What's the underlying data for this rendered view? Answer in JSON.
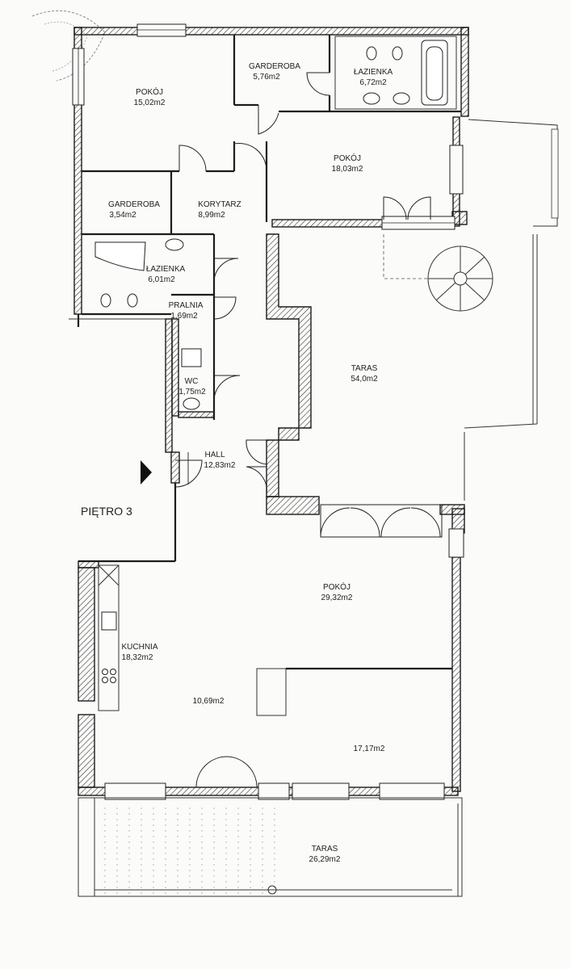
{
  "floor_label": "PIĘTRO 3",
  "rooms": {
    "pokoj_nw": {
      "name": "POKÓJ",
      "area": "15,02m2"
    },
    "garderoba_n": {
      "name": "GARDEROBA",
      "area": "5,76m2"
    },
    "lazienka_ne": {
      "name": "ŁAZIENKA",
      "area": "6,72m2"
    },
    "pokoj_ne": {
      "name": "POKÓJ",
      "area": "18,03m2"
    },
    "garderoba_w": {
      "name": "GARDEROBA",
      "area": "3,54m2"
    },
    "korytarz": {
      "name": "KORYTARZ",
      "area": "8,99m2"
    },
    "lazienka_w": {
      "name": "ŁAZIENKA",
      "area": "6,01m2"
    },
    "pralnia": {
      "name": "PRALNIA",
      "area": "1,69m2"
    },
    "wc": {
      "name": "WC",
      "area": "1,75m2"
    },
    "hall": {
      "name": "HALL",
      "area": "12,83m2"
    },
    "taras_e": {
      "name": "TARAS",
      "area": "54,0m2"
    },
    "pokoj_s": {
      "name": "POKÓJ",
      "area": "29,32m2"
    },
    "kuchnia": {
      "name": "KUCHNIA",
      "area": "18,32m2"
    },
    "area_left": {
      "area": "10,69m2"
    },
    "area_right": {
      "area": "17,17m2"
    },
    "taras_s": {
      "name": "TARAS",
      "area": "26,29m2"
    }
  }
}
